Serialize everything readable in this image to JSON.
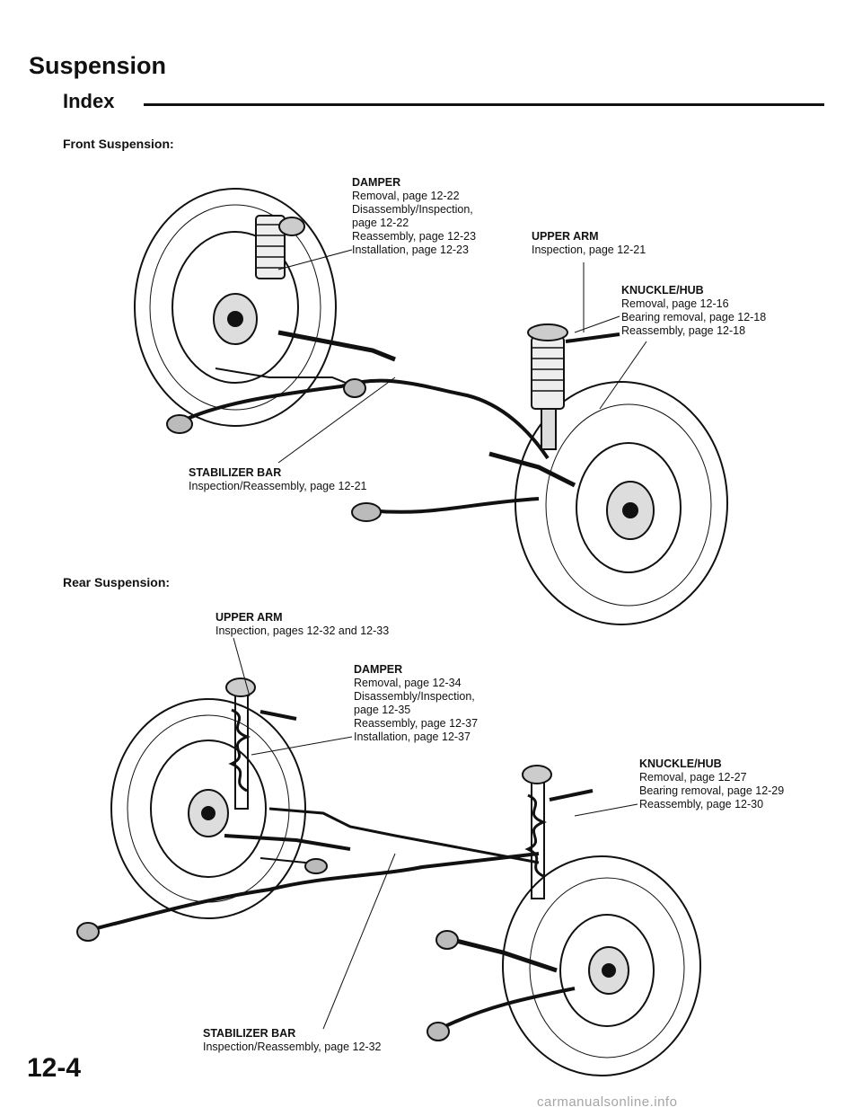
{
  "header": {
    "title": "Suspension",
    "subtitle": "Index"
  },
  "front": {
    "label": "Front Suspension:",
    "damper": {
      "head": "DAMPER",
      "lines": [
        "Removal, page 12-22",
        "Disassembly/Inspection,",
        "page 12-22",
        "Reassembly, page 12-23",
        "Installation, page 12-23"
      ]
    },
    "upper_arm": {
      "head": "UPPER ARM",
      "lines": [
        "Inspection, page 12-21"
      ]
    },
    "knuckle": {
      "head": "KNUCKLE/HUB",
      "lines": [
        "Removal, page 12-16",
        "Bearing removal, page 12-18",
        "Reassembly, page 12-18"
      ]
    },
    "stabilizer": {
      "head": "STABILIZER BAR",
      "lines": [
        "Inspection/Reassembly, page 12-21"
      ]
    }
  },
  "rear": {
    "label": "Rear Suspension:",
    "upper_arm": {
      "head": "UPPER ARM",
      "lines": [
        "Inspection, pages 12-32 and 12-33"
      ]
    },
    "damper": {
      "head": "DAMPER",
      "lines": [
        "Removal, page 12-34",
        "Disassembly/Inspection,",
        "page 12-35",
        "Reassembly, page 12-37",
        "Installation, page 12-37"
      ]
    },
    "knuckle": {
      "head": "KNUCKLE/HUB",
      "lines": [
        "Removal, page 12-27",
        "Bearing removal, page 12-29",
        "Reassembly, page 12-30"
      ]
    },
    "stabilizer": {
      "head": "STABILIZER BAR",
      "lines": [
        "Inspection/Reassembly, page 12-32"
      ]
    }
  },
  "footer": {
    "page_number": "12-4",
    "watermark": "carmanualsonline.info"
  }
}
